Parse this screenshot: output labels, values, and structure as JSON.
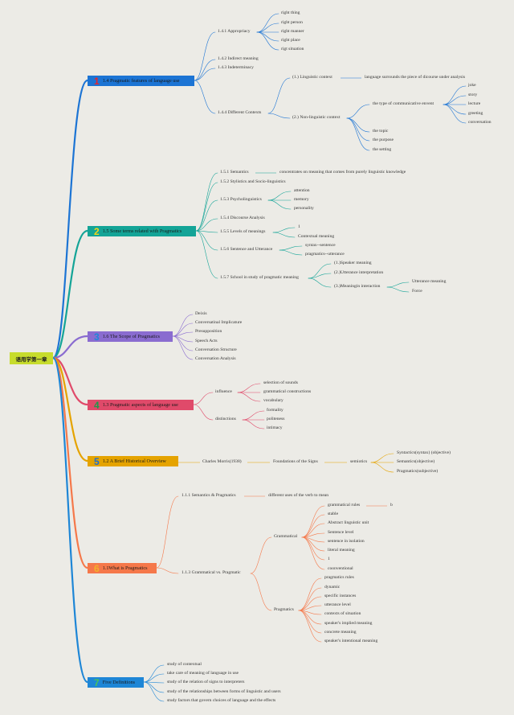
{
  "root": {
    "label": "语用学第一章"
  },
  "colors": {
    "b1": "#1c74d4",
    "b2": "#14a497",
    "b3": "#8a6cd0",
    "b4": "#e04a6a",
    "b5": "#e5a300",
    "b6": "#f5784a",
    "b7": "#1e86d6",
    "root": "#c7dc2d"
  },
  "branches": {
    "b1": {
      "num": "1",
      "label": "1.4 Pragmatic features of language use",
      "s141": "1.4.1 Appropriacy",
      "s141_items": [
        "right thing",
        "right person",
        "right manner",
        "right place",
        "rigt situation"
      ],
      "s142": "1.4.2 Indirect meaning",
      "s143": "1.4.3 Indeterminacy",
      "s144": "1.4.4 Different Contexts",
      "ling": "(1.) Linguistic context",
      "ling_desc": "language surrounds the piece of dicourse under analysis",
      "nonling": "(2.) Non-linguistic context",
      "comm": "the type of communicative envent",
      "comm_items": [
        "joke",
        "story",
        "lecture",
        "greeting",
        "conversation"
      ],
      "topic": "the topic",
      "purpose": "the purpose",
      "setting": "the setting"
    },
    "b2": {
      "num": "2",
      "label": "1.5 Some terms related with Pragmatics",
      "s151": "1.5.1 Semantics",
      "s151_desc": "concentrates on meaning that comes from purely linguistic knowledge",
      "s152": "1.5.2 Stylistics and Socio-linguistics",
      "s153": "1.5.3 Psycholinguistics",
      "s153_items": [
        "attention",
        "memory",
        "personality"
      ],
      "s154": "1.5.4 Discourse Analysis",
      "s155": "1.5.5 Levels of meanings",
      "s155_items": [
        "1",
        "Contextual meaning"
      ],
      "s156": "1.5.6 Sentence and Utterance",
      "s156_items": [
        "syntax--sentence",
        "pragmatics--utterance"
      ],
      "s157": "1.5.7 School in study of pragmatic meaning",
      "s157_items": [
        "(1.)Speaker meaning",
        "(2.)Utterance interpretation",
        "(3.)Meaningin interaction"
      ],
      "s157_sub": [
        "Utterance meaning",
        "Force"
      ]
    },
    "b3": {
      "num": "3",
      "label": "1.6 The Scope of Pragmatics",
      "items": [
        "Deixis",
        "Conversatinal Implicature",
        "Presupposition",
        "Speech Acts",
        "Conversation Structure",
        "Conversation Analysis"
      ]
    },
    "b4": {
      "num": "4",
      "label": "1.3 Pragmatic aspects of language use",
      "influence": "influence",
      "influence_items": [
        "selection of sounds",
        "grammatical constructions",
        "vocabulary"
      ],
      "distinctions": "distinctions",
      "distinctions_items": [
        "formality",
        "politeness",
        "intimacy"
      ]
    },
    "b5": {
      "num": "5",
      "label": "1.2 A Brief Historical Overview",
      "morris": "Charles Morris(1938)",
      "foundations": "Foundations of the Signs",
      "semiotics": "semiotics",
      "semiotics_items": [
        "Syntactics(syntax) (objective)",
        "Semantics(objective)",
        "Pragmatics(subjective)"
      ]
    },
    "b6": {
      "num": "6",
      "label": "1.1What is Pragmatics",
      "s111": "1.1.1 Semantics & Pragmatics",
      "s111_desc": "different uses of the verb to mean",
      "s113": "1.1.3 Grammatical vs. Pragmatic",
      "grammatical": "Grammatical",
      "grammatical_items": [
        "grammatical rules",
        "stable",
        "Abstract linguistic unit",
        "Sentence level",
        "sentence in isolation",
        "literal meaning",
        "1",
        "coonventional"
      ],
      "grammatical_rules_sub": "b",
      "pragmatics": "Pragmatics",
      "pragmatics_items": [
        "pragmatics rules",
        "dynamic",
        "specific instances",
        "utterance level",
        "contexts of situation",
        "speaker's implied meaning",
        "concrete meaning",
        "speaker's intentional meaning"
      ]
    },
    "b7": {
      "num": "7",
      "label": "Five Definitions",
      "items": [
        "study of contextual",
        "take care of meaning of language in use",
        "study of the relation of signs to interpreters",
        "study of the relationships between forms of linguistic and users",
        "study factors that govern choices of language and the effects"
      ]
    }
  }
}
